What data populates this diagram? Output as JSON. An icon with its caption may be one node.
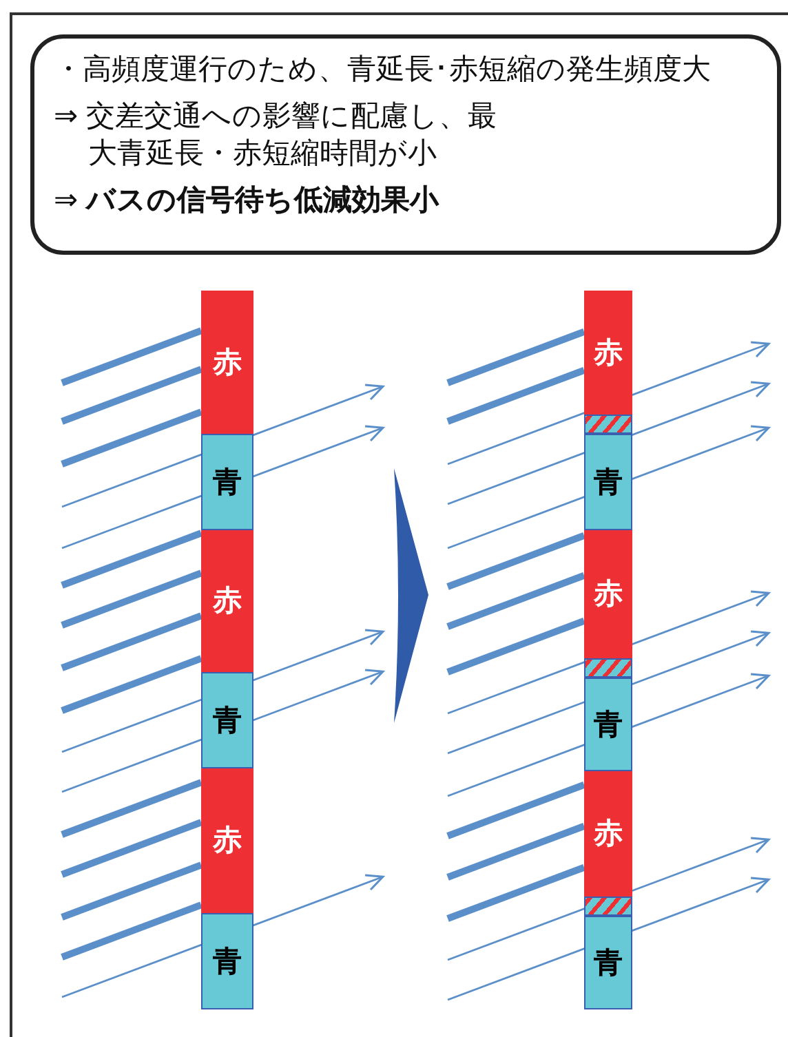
{
  "diagram": {
    "nodes": [
      {
        "text": [
          "・高頻度運行のため、青延長･赤短縮の発生頻度大",
          "⇒ 交差交通への影響に配慮し、最大青延長・赤短縮時間が小",
          "⇒ **バスの信号待ち低減効果小**"
        ]
      },
      {
        "text": [
          "赤"
        ]
      },
      {
        "text": [
          "青"
        ]
      },
      {
        "text": [
          "赤"
        ]
      },
      {
        "text": [
          "青"
        ]
      },
      {
        "text": [
          "赤"
        ]
      },
      {
        "text": [
          "青"
        ]
      },
      {
        "text": [
          "赤"
        ]
      },
      {
        "text": [],
        "shape": "box"
      },
      {
        "text": [
          "青"
        ]
      },
      {
        "text": [
          "赤"
        ]
      },
      {
        "text": [],
        "shape": "box"
      },
      {
        "text": [
          "青"
        ]
      },
      {
        "text": [
          "赤"
        ]
      },
      {
        "text": [],
        "shape": "box"
      },
      {
        "text": [
          "青"
        ]
      }
    ]
  }
}
